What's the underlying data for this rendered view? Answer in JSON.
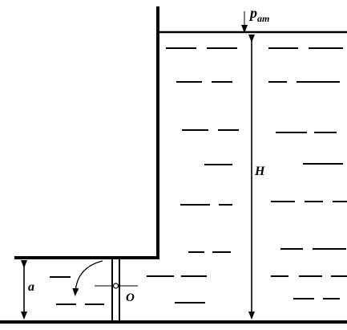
{
  "labels": {
    "pressure_symbol": "p",
    "pressure_subscript": "am",
    "height_main": "H",
    "height_gate": "a",
    "hinge_point": "O"
  },
  "colors": {
    "ink": "#000000",
    "background": "#ffffff"
  }
}
